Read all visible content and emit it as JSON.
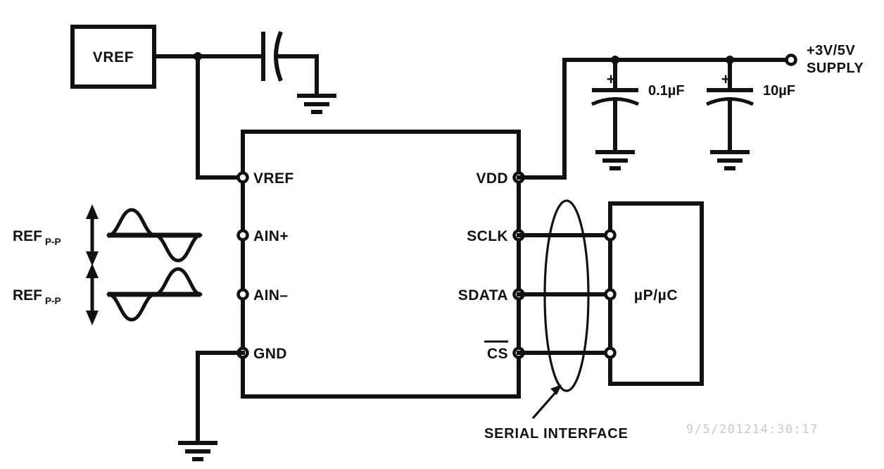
{
  "diagram": {
    "title": "ADC typical connection diagram",
    "line_color": "#111111",
    "background": "#ffffff",
    "timestamp": "9/5/201214:30:17"
  },
  "blocks": {
    "vref_source": {
      "label": "VREF"
    },
    "adc": {
      "pins_left": [
        {
          "name": "VREF"
        },
        {
          "name": "AIN+"
        },
        {
          "name": "AIN–"
        },
        {
          "name": "GND"
        }
      ],
      "pins_right": [
        {
          "name": "VDD",
          "overline": false
        },
        {
          "name": "SCLK",
          "overline": false
        },
        {
          "name": "SDATA",
          "overline": false
        },
        {
          "name": "CS",
          "overline": true
        }
      ]
    },
    "micro": {
      "label": "µP/µC"
    }
  },
  "components": {
    "vref_cap": {
      "value": "",
      "type": "non-polarized"
    },
    "supply_caps": [
      {
        "value": "0.1µF",
        "polarity": "+"
      },
      {
        "value": "10µF",
        "polarity": "+"
      }
    ]
  },
  "labels": {
    "supply_line1": "+3V/5V",
    "supply_line2": "SUPPLY",
    "serial_interface": "SERIAL INTERFACE",
    "signal_ref_top_main": "REF",
    "signal_ref_top_sub": "P-P",
    "signal_ref_bottom_main": "REF",
    "signal_ref_bottom_sub": "P-P"
  },
  "signals": {
    "ain_plus_wave": {
      "shape": "sine",
      "phase": "positive-first"
    },
    "ain_minus_wave": {
      "shape": "sine",
      "phase": "negative-first"
    }
  }
}
